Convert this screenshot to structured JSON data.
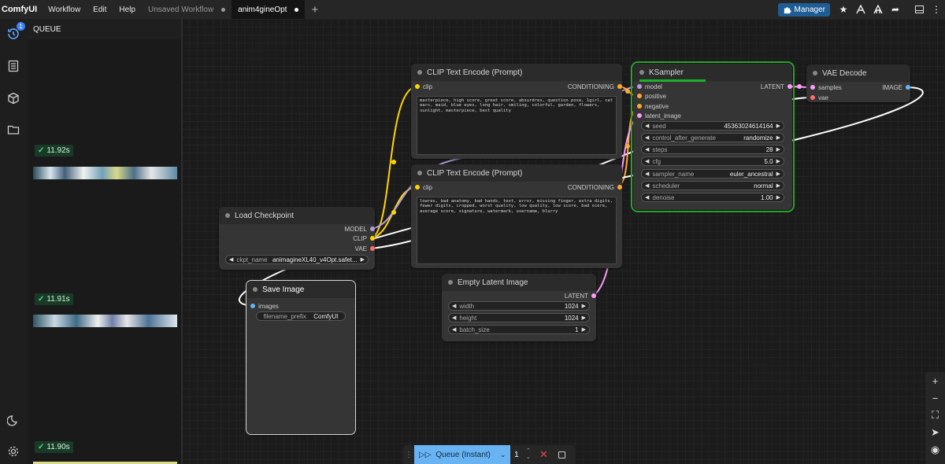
{
  "topbar": {
    "brand": "ComfyUI",
    "menu": [
      "Workflow",
      "Edit",
      "Help"
    ],
    "tabs": [
      {
        "label": "Unsaved Workflow",
        "active": false
      },
      {
        "label": "anim4gineOpt",
        "active": true
      }
    ],
    "new_tab_glyph": "+",
    "manager_label": "Manager",
    "icons": [
      "puzzle-icon",
      "star-icon",
      "node-library-icon",
      "model-library-icon",
      "share-icon",
      "panel-toggle-icon"
    ]
  },
  "rail": {
    "queue_badge": "1",
    "icons": [
      "queue-history-icon",
      "node-library-icon",
      "model-library-icon",
      "workflows-icon",
      "theme-toggle-icon",
      "settings-icon"
    ]
  },
  "queue": {
    "title": "QUEUE",
    "items": [
      {
        "time": "11.92s"
      },
      {
        "time": "11.91s"
      },
      {
        "time": "11.90s"
      }
    ]
  },
  "nodes": {
    "clip_pos": {
      "title": "CLIP Text Encode (Prompt)",
      "input": "clip",
      "output": "CONDITIONING",
      "text": "masterpiece, high score, great score, absurdres, question pose, 1girl, cat ears, maid, blue eyes, long hair, smiling, colorful, garden, flowers, sunlight, masterpiece, best quality"
    },
    "clip_neg": {
      "title": "CLIP Text Encode (Prompt)",
      "input": "clip",
      "output": "CONDITIONING",
      "text": "lowres, bad anatomy, bad hands, text, error, missing finger, extra digits, fewer digits, cropped, worst quality, low quality, low score, bad score, average score, signature, watermark, username, blurry"
    },
    "ksampler": {
      "title": "KSampler",
      "inputs": [
        "model",
        "positive",
        "negative",
        "latent_image"
      ],
      "output": "LATENT",
      "progress": 0.45,
      "widgets": [
        {
          "label": "seed",
          "value": "45363024614164"
        },
        {
          "label": "control_after_generate",
          "value": "randomize"
        },
        {
          "label": "steps",
          "value": "28"
        },
        {
          "label": "cfg",
          "value": "5.0"
        },
        {
          "label": "sampler_name",
          "value": "euler_ancestral"
        },
        {
          "label": "scheduler",
          "value": "normal"
        },
        {
          "label": "denoise",
          "value": "1.00"
        }
      ]
    },
    "vae_decode": {
      "title": "VAE Decode",
      "inputs": [
        "samples",
        "vae"
      ],
      "output": "IMAGE"
    },
    "load_checkpoint": {
      "title": "Load Checkpoint",
      "outputs": [
        "MODEL",
        "CLIP",
        "VAE"
      ],
      "widget": {
        "label": "ckpt_name",
        "value": "animagineXL40_v4Opt.safet..."
      }
    },
    "save_image": {
      "title": "Save Image",
      "input": "images",
      "widget": {
        "label": "filename_prefix",
        "value": "ComfyUI"
      }
    },
    "empty_latent": {
      "title": "Empty Latent Image",
      "output": "LATENT",
      "widgets": [
        {
          "label": "width",
          "value": "1024"
        },
        {
          "label": "height",
          "value": "1024"
        },
        {
          "label": "batch_size",
          "value": "1"
        }
      ]
    }
  },
  "runbar": {
    "queue_label": "Queue (Instant)",
    "batch_count": "1"
  },
  "colors": {
    "model": "#b39ddb",
    "clip": "#ffd500",
    "vae": "#ff6e6e",
    "conditioning": "#ffa931",
    "latent": "#ff9cf9",
    "image": "#64b5f6",
    "selected_border": "#27a327",
    "progress": "#1db227"
  }
}
